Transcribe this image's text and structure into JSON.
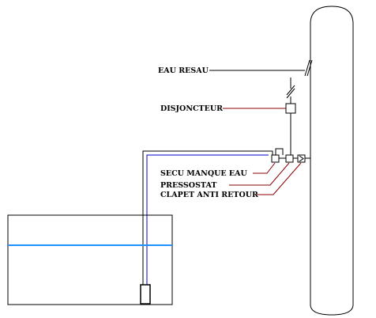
{
  "labels": {
    "eau_resau": "EAU RESAU",
    "disjoncteur": "DISJONCTEUR",
    "secu_manque_eau": "SECU MANQUE EAU",
    "pressostat": "PRESSOSTAT",
    "clapet_anti_retour": "CLAPET ANTI RETOUR"
  },
  "colors": {
    "line": "#000000",
    "leader": "#8b0000",
    "water_level": "#1e90ff",
    "pipe_blue": "#0000cc"
  }
}
